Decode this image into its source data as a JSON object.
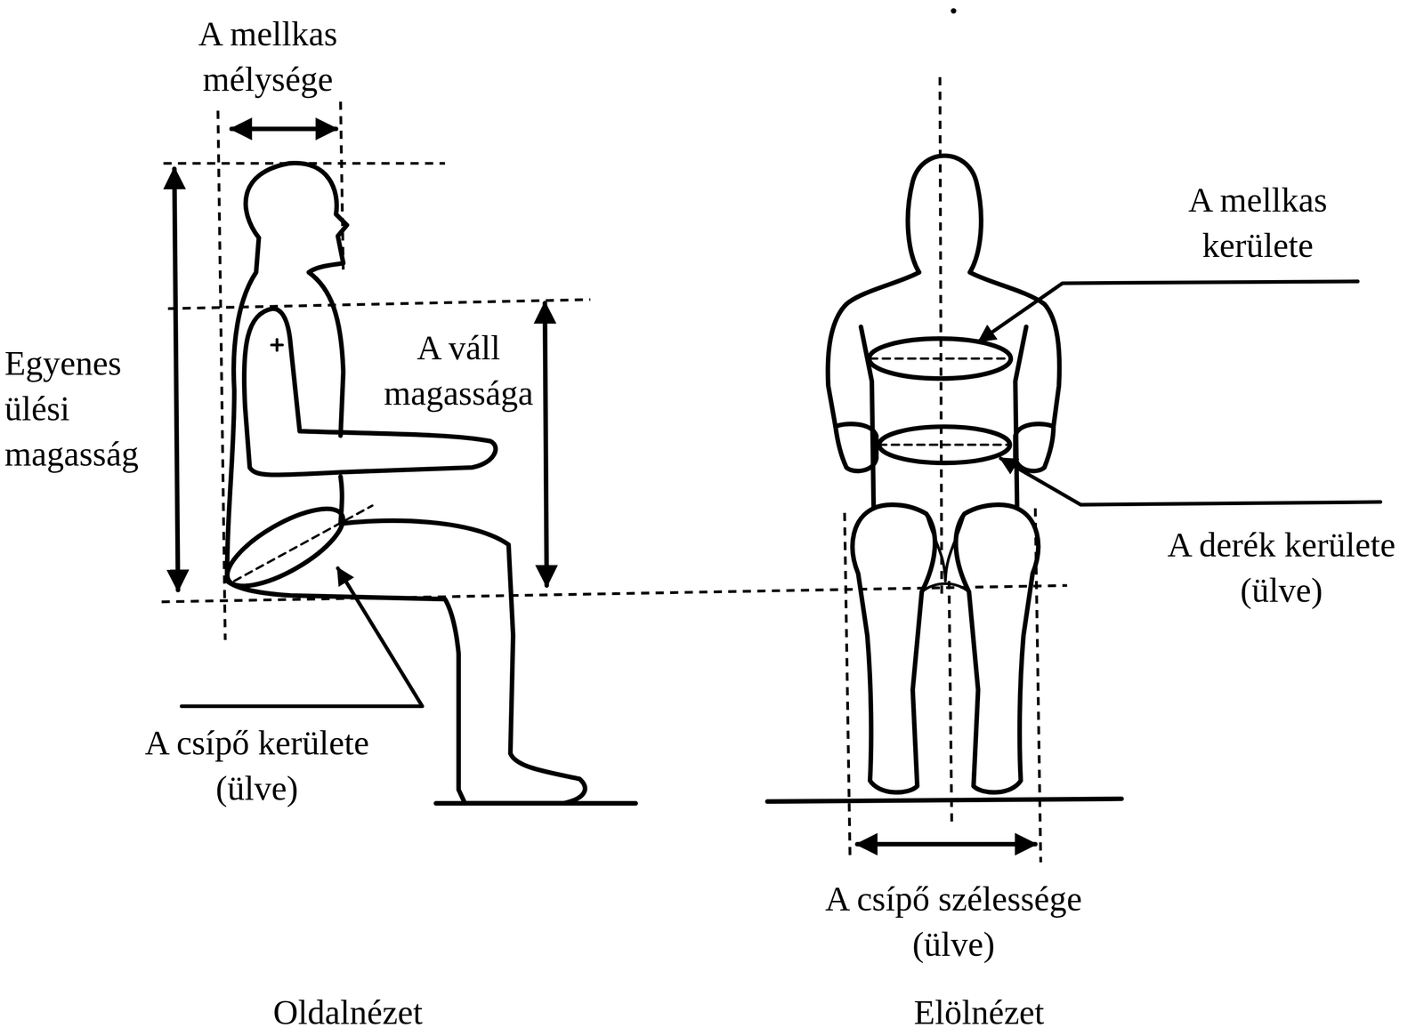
{
  "diagram": {
    "labels": [
      "A mellkas mélysége",
      "Egyenes ülési magasság",
      "A váll magassága",
      "A csípő kerülete (ülve)",
      "A mellkas kerülete",
      "A derék kerülete (ülve)",
      "A csípő szélessége (ülve)",
      "Oldalnézet",
      "Elölnézet"
    ]
  }
}
